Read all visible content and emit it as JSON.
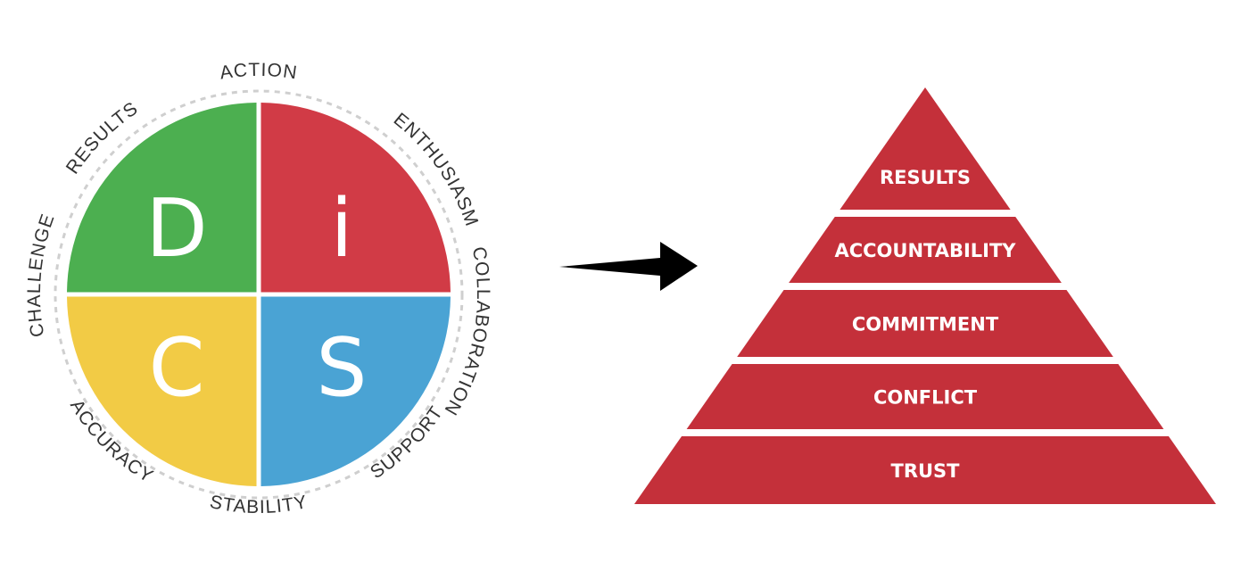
{
  "disc": {
    "quadrants": [
      {
        "letter": "D",
        "color": "#4caf50"
      },
      {
        "letter": "i",
        "color": "#d13b46"
      },
      {
        "letter": "S",
        "color": "#4aa3d4"
      },
      {
        "letter": "C",
        "color": "#f2cb45"
      }
    ],
    "ring_labels": [
      {
        "text": "ACTION"
      },
      {
        "text": "ENTHUSIASM"
      },
      {
        "text": "COLLABORATION"
      },
      {
        "text": "SUPPORT"
      },
      {
        "text": "STABILITY"
      },
      {
        "text": "ACCURACY"
      },
      {
        "text": "CHALLENGE"
      },
      {
        "text": "RESULTS"
      }
    ]
  },
  "arrow": {
    "color": "#000000"
  },
  "pyramid": {
    "color": "#c4303a",
    "tiers": [
      {
        "label": "RESULTS"
      },
      {
        "label": "ACCOUNTABILITY"
      },
      {
        "label": "COMMITMENT"
      },
      {
        "label": "CONFLICT"
      },
      {
        "label": "TRUST"
      }
    ]
  }
}
